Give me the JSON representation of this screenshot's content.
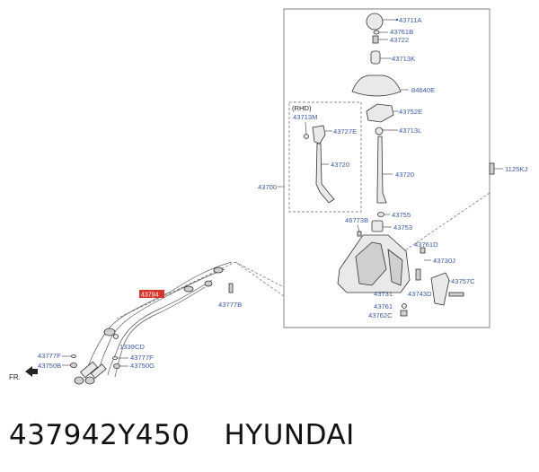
{
  "diagram": {
    "labels": {
      "43711A": "43711A",
      "43761B": "43761B",
      "43722": "43722",
      "43713K": "43713K",
      "84640E": "84640E",
      "rhd": "(RHD)",
      "43713M": "43713M",
      "43727E": "43727E",
      "43752E": "43752E",
      "43713L": "43713L",
      "43720_left": "43720",
      "43720_right": "43720",
      "1125KJ": "1125KJ",
      "43700": "43700",
      "43755": "43755",
      "46773B": "46773B",
      "43753": "43753",
      "43761D": "43761D",
      "43730J": "43730J",
      "43757C": "43757C",
      "43731": "43731",
      "43743D": "43743D",
      "43761": "43761",
      "43762C": "43762C",
      "43794": "43794",
      "43777B": "43777B",
      "1339CD": "1339CD",
      "43777F_left": "43777F",
      "43777F_right": "43777F",
      "43750B": "43750B",
      "43750G": "43750G",
      "fr": "FR."
    }
  },
  "caption": {
    "part_number": "437942Y450",
    "brand": "HYUNDAI"
  },
  "colors": {
    "label_blue": "#3b5aa6",
    "highlight_red": "#d9342b",
    "line_gray": "#555555"
  }
}
